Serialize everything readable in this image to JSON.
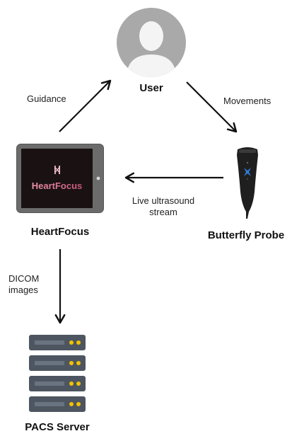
{
  "nodes": {
    "user": {
      "label": "User",
      "icon": "user-avatar-icon"
    },
    "heartfocus": {
      "label": "HeartFocus",
      "icon": "tablet-icon",
      "screen_text": "HeartFocus",
      "screen_logo": "heartfocus-logo-icon"
    },
    "probe": {
      "label": "Butterfly Probe",
      "icon": "ultrasound-probe-icon"
    },
    "pacs": {
      "label": "PACS Server",
      "icon": "server-rack-icon"
    }
  },
  "edges": {
    "guidance": {
      "from": "heartfocus",
      "to": "user",
      "line1": "Guidance",
      "line2": ""
    },
    "movements": {
      "from": "user",
      "to": "probe",
      "line1": "Movements",
      "line2": ""
    },
    "stream": {
      "from": "probe",
      "to": "heartfocus",
      "line1": "Live ultrasound",
      "line2": "stream"
    },
    "dicom": {
      "from": "heartfocus",
      "to": "pacs",
      "line1": "DICOM",
      "line2": "images"
    }
  },
  "colors": {
    "avatar_bg": "#a9a9a9",
    "avatar_fg": "#f4f4f4",
    "tablet_frame": "#6b6b6b",
    "tablet_screen": "#1a1212",
    "screen_text_start": "#f0a0b0",
    "screen_text_end": "#c44a78",
    "server_body": "#4d5560",
    "server_led": "#f2c200",
    "probe_body": "#1f1f1f",
    "probe_logo": "#2f7bd6",
    "arrow": "#111111"
  }
}
